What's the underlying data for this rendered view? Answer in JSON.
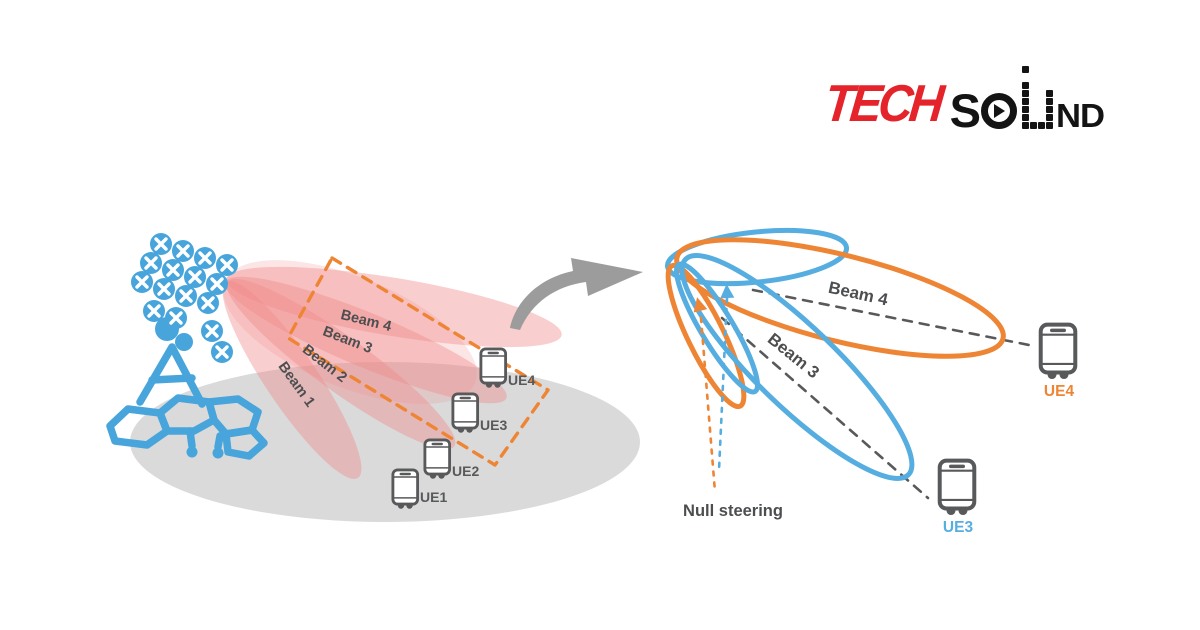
{
  "brand": {
    "name": "TechSound",
    "tech": "TECH",
    "sound_s": "S",
    "sound_o": "o",
    "sound_u": "U",
    "sound_nd": "ND"
  },
  "left_diagram": {
    "beam_labels": [
      "Beam 1",
      "Beam 2",
      "Beam 3",
      "Beam 4"
    ],
    "ue_labels": [
      "UE1",
      "UE2",
      "UE3",
      "UE4"
    ]
  },
  "right_diagram": {
    "beam_labels": [
      "Beam 3",
      "Beam 4"
    ],
    "null_steering_label": "Null steering",
    "ue_labels": [
      "UE3",
      "UE4"
    ]
  },
  "colors": {
    "blue": "#56ADE0",
    "antenna_blue": "#47A5DC",
    "orange": "#EE8534",
    "beam_pink": "#F2A3A3",
    "coverage_gray": "#DADADA",
    "label_gray": "#4D4E50",
    "icon_gray": "#58595B",
    "logo_red": "#E5232B",
    "arrow_gray": "#9C9C9C"
  }
}
